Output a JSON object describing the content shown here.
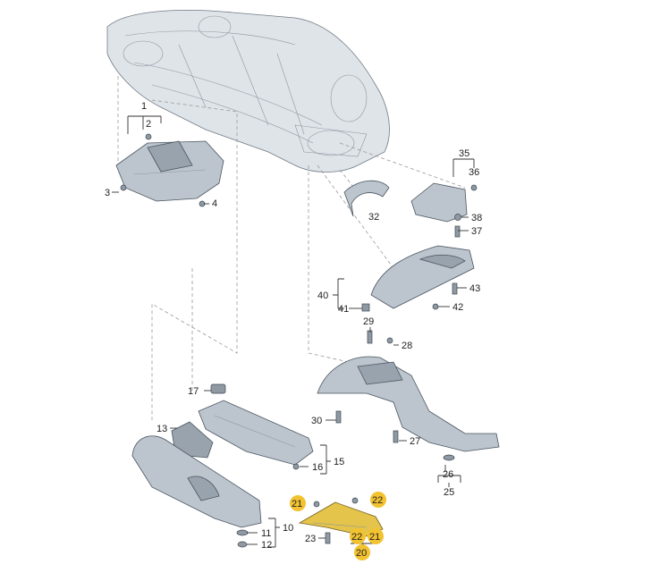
{
  "callouts": [
    {
      "id": "c1",
      "text": "1",
      "highlight": false
    },
    {
      "id": "c2",
      "text": "2",
      "highlight": false
    },
    {
      "id": "c3",
      "text": "3",
      "highlight": false
    },
    {
      "id": "c4",
      "text": "4",
      "highlight": false
    },
    {
      "id": "c10",
      "text": "10",
      "highlight": false
    },
    {
      "id": "c11",
      "text": "11",
      "highlight": false
    },
    {
      "id": "c12",
      "text": "12",
      "highlight": false
    },
    {
      "id": "c13",
      "text": "13",
      "highlight": false
    },
    {
      "id": "c15",
      "text": "15",
      "highlight": false
    },
    {
      "id": "c16",
      "text": "16",
      "highlight": false
    },
    {
      "id": "c17",
      "text": "17",
      "highlight": false
    },
    {
      "id": "c20",
      "text": "20",
      "highlight": true
    },
    {
      "id": "c21a",
      "text": "21",
      "highlight": true
    },
    {
      "id": "c21b",
      "text": "21",
      "highlight": true
    },
    {
      "id": "c22a",
      "text": "22",
      "highlight": true
    },
    {
      "id": "c22b",
      "text": "22",
      "highlight": true
    },
    {
      "id": "c23",
      "text": "23",
      "highlight": false
    },
    {
      "id": "c25",
      "text": "25",
      "highlight": false
    },
    {
      "id": "c26",
      "text": "26",
      "highlight": false
    },
    {
      "id": "c27",
      "text": "27",
      "highlight": false
    },
    {
      "id": "c28",
      "text": "28",
      "highlight": false
    },
    {
      "id": "c29",
      "text": "29",
      "highlight": false
    },
    {
      "id": "c30",
      "text": "30",
      "highlight": false
    },
    {
      "id": "c32",
      "text": "32",
      "highlight": false
    },
    {
      "id": "c35",
      "text": "35",
      "highlight": false
    },
    {
      "id": "c36",
      "text": "36",
      "highlight": false
    },
    {
      "id": "c37",
      "text": "37",
      "highlight": false
    },
    {
      "id": "c38",
      "text": "38",
      "highlight": false
    },
    {
      "id": "c40",
      "text": "40",
      "highlight": false
    },
    {
      "id": "c41",
      "text": "41",
      "highlight": false
    },
    {
      "id": "c42",
      "text": "42",
      "highlight": false
    },
    {
      "id": "c43",
      "text": "43",
      "highlight": false
    }
  ],
  "colors": {
    "highlight": "#f2c230",
    "part": "#bcc5cd",
    "part_dark": "#98a3ad",
    "highlighted_part": "#e4c44a",
    "car_body": "#dfe4e9"
  }
}
